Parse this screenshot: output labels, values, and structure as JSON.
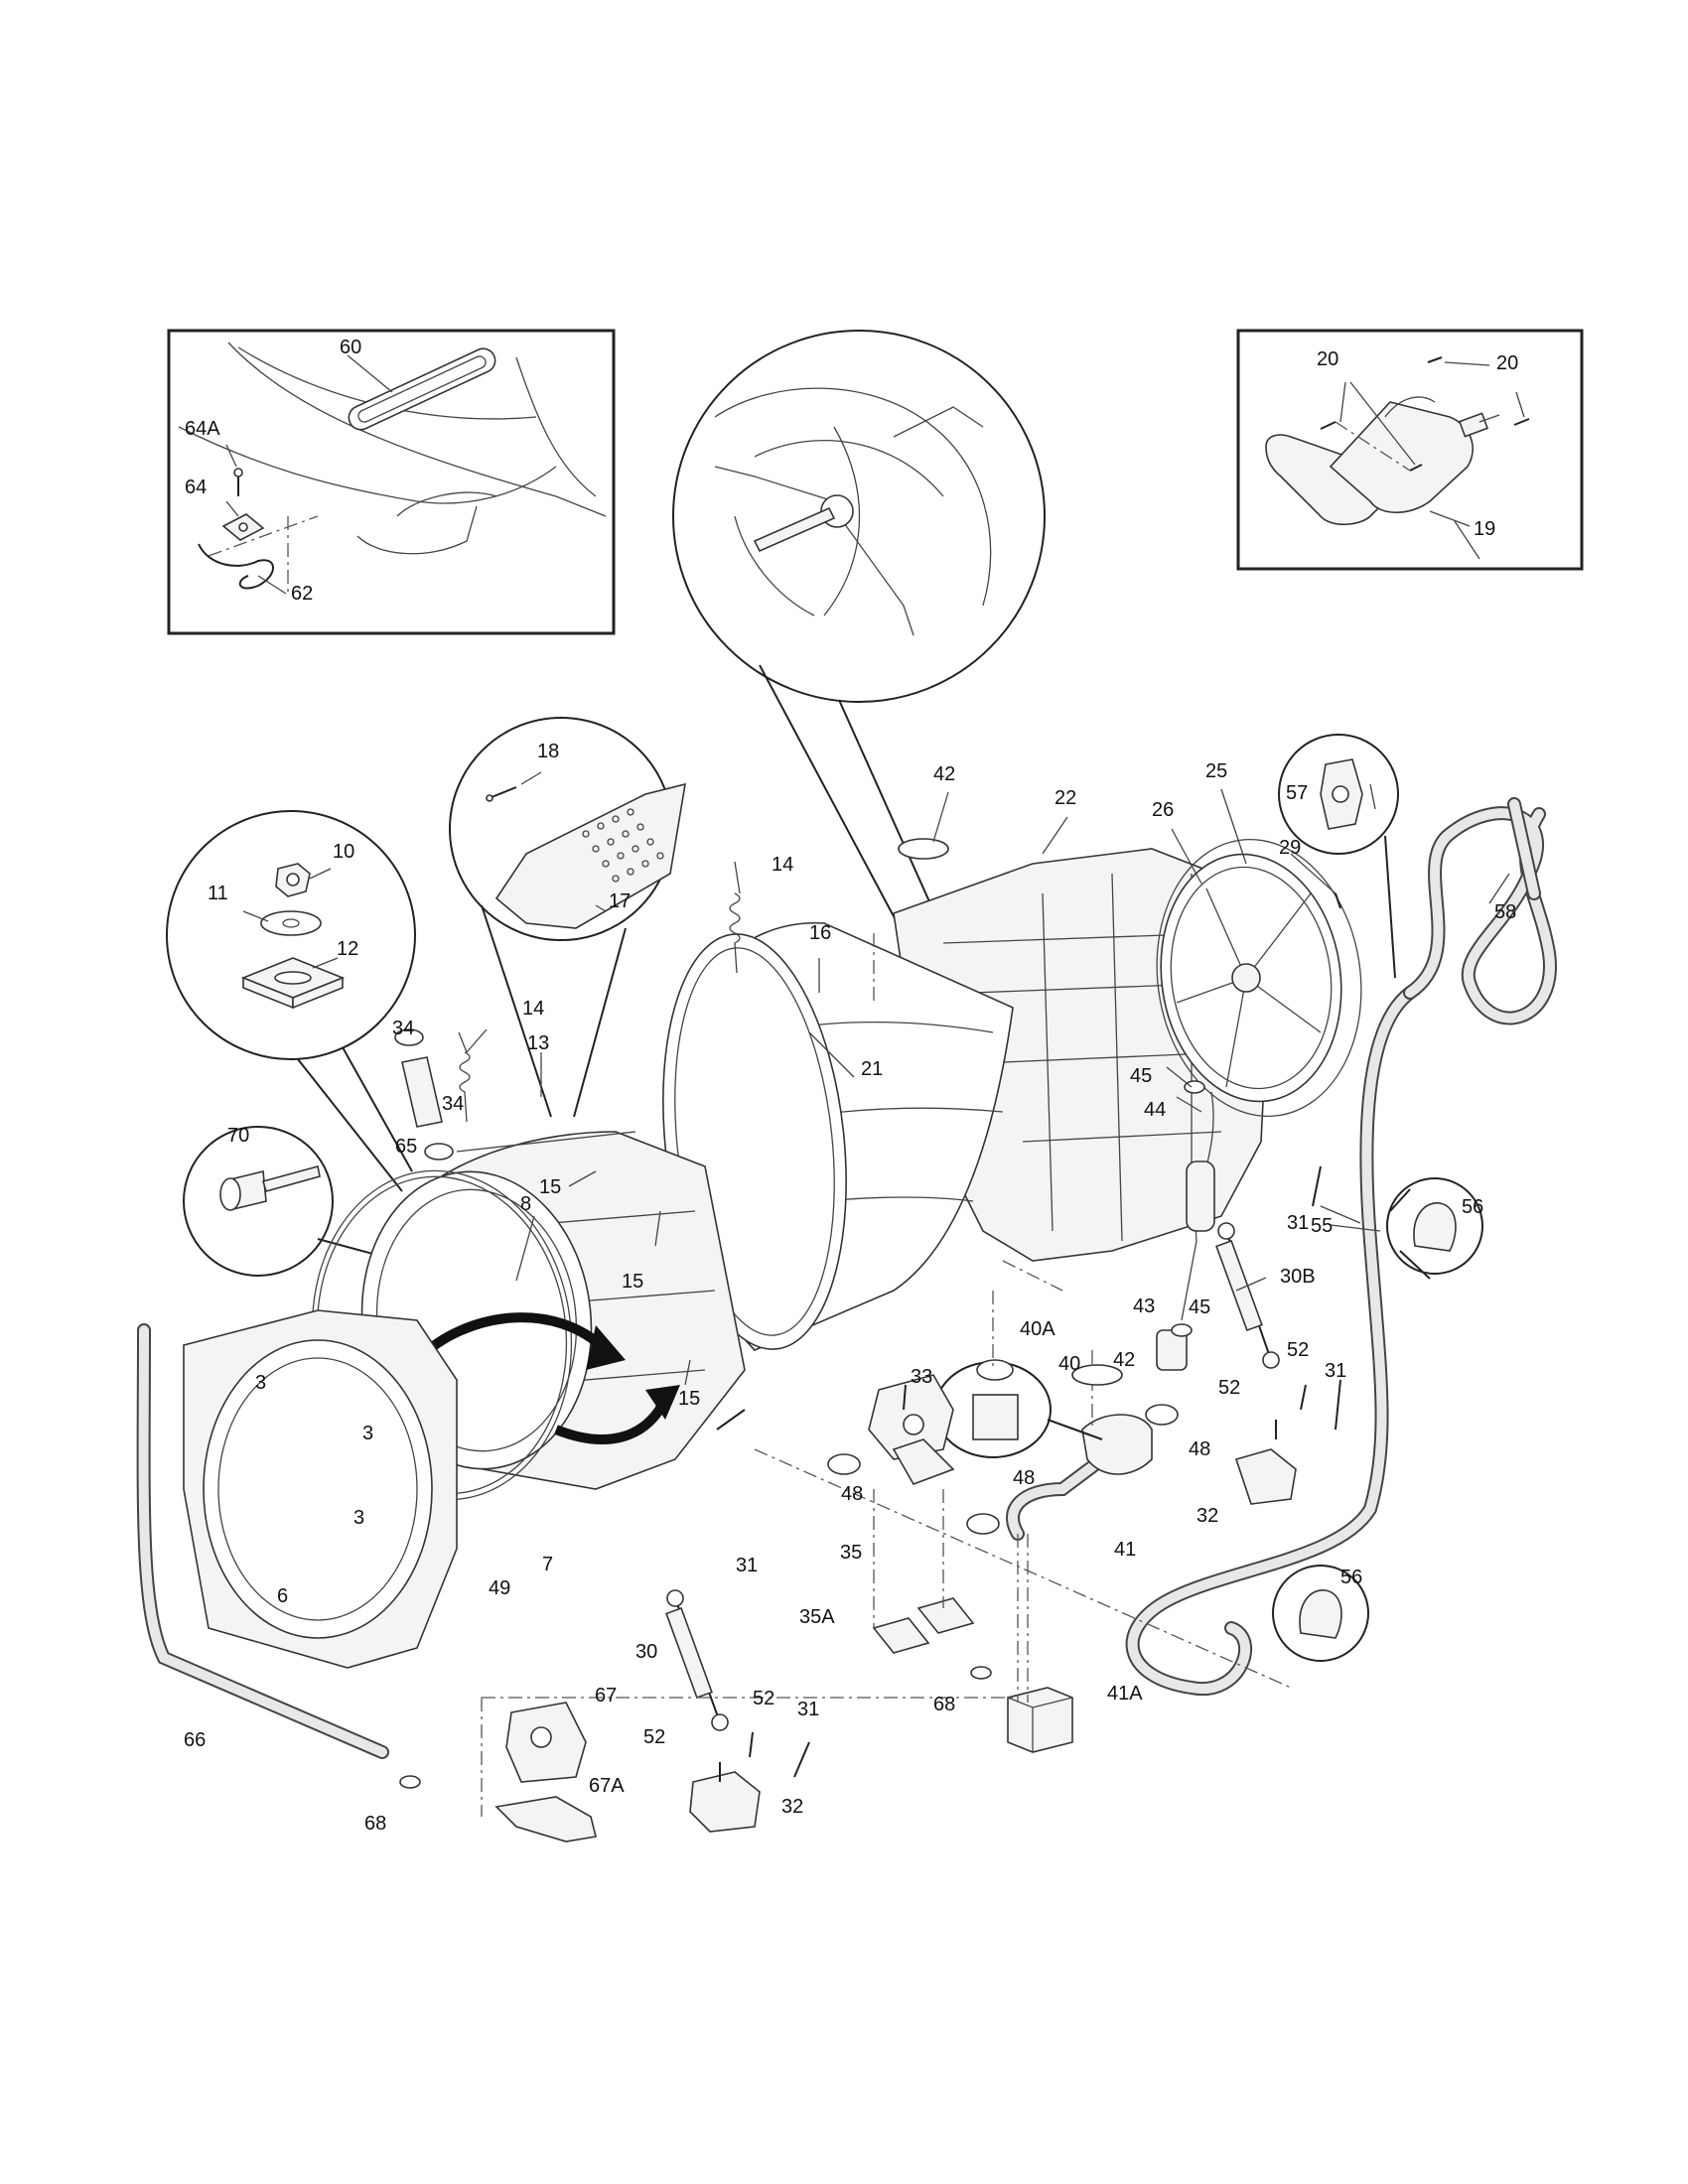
{
  "labels": [
    {
      "key": "p60",
      "text": "60"
    },
    {
      "key": "p64a",
      "text": "64A"
    },
    {
      "key": "p64",
      "text": "64"
    },
    {
      "key": "p62",
      "text": "62"
    },
    {
      "key": "p20a",
      "text": "20"
    },
    {
      "key": "p20b",
      "text": "20"
    },
    {
      "key": "p19",
      "text": "19"
    },
    {
      "key": "p18",
      "text": "18"
    },
    {
      "key": "p17",
      "text": "17"
    },
    {
      "key": "p14a",
      "text": "14"
    },
    {
      "key": "p14b",
      "text": "14"
    },
    {
      "key": "p10",
      "text": "10"
    },
    {
      "key": "p11",
      "text": "11"
    },
    {
      "key": "p12",
      "text": "12"
    },
    {
      "key": "p42a",
      "text": "42"
    },
    {
      "key": "p22",
      "text": "22"
    },
    {
      "key": "p26",
      "text": "26"
    },
    {
      "key": "p25",
      "text": "25"
    },
    {
      "key": "p57",
      "text": "57"
    },
    {
      "key": "p58",
      "text": "58"
    },
    {
      "key": "p29",
      "text": "29"
    },
    {
      "key": "p16",
      "text": "16"
    },
    {
      "key": "p21",
      "text": "21"
    },
    {
      "key": "p45a",
      "text": "45"
    },
    {
      "key": "p44",
      "text": "44"
    },
    {
      "key": "p34a",
      "text": "34"
    },
    {
      "key": "p34b",
      "text": "34"
    },
    {
      "key": "p13",
      "text": "13"
    },
    {
      "key": "p65",
      "text": "65"
    },
    {
      "key": "p15a",
      "text": "15"
    },
    {
      "key": "p15b",
      "text": "15"
    },
    {
      "key": "p15c",
      "text": "15"
    },
    {
      "key": "p70",
      "text": "70"
    },
    {
      "key": "p8",
      "text": "8"
    },
    {
      "key": "p31a",
      "text": "31"
    },
    {
      "key": "p55",
      "text": "55"
    },
    {
      "key": "p56a",
      "text": "56"
    },
    {
      "key": "p30b",
      "text": "30B"
    },
    {
      "key": "p43",
      "text": "43"
    },
    {
      "key": "p45b",
      "text": "45"
    },
    {
      "key": "p40a",
      "text": "40A"
    },
    {
      "key": "p40",
      "text": "40"
    },
    {
      "key": "p42b",
      "text": "42"
    },
    {
      "key": "p52a",
      "text": "52"
    },
    {
      "key": "p52b",
      "text": "52"
    },
    {
      "key": "p31b",
      "text": "31"
    },
    {
      "key": "p33",
      "text": "33"
    },
    {
      "key": "p48a",
      "text": "48"
    },
    {
      "key": "p48b",
      "text": "48"
    },
    {
      "key": "p48c",
      "text": "48"
    },
    {
      "key": "p32a",
      "text": "32"
    },
    {
      "key": "p3a",
      "text": "3"
    },
    {
      "key": "p3b",
      "text": "3"
    },
    {
      "key": "p3c",
      "text": "3"
    },
    {
      "key": "p49",
      "text": "49"
    },
    {
      "key": "p7",
      "text": "7"
    },
    {
      "key": "p31c",
      "text": "31"
    },
    {
      "key": "p35",
      "text": "35"
    },
    {
      "key": "p41",
      "text": "41"
    },
    {
      "key": "p56b",
      "text": "56"
    },
    {
      "key": "p6",
      "text": "6"
    },
    {
      "key": "p30",
      "text": "30"
    },
    {
      "key": "p35a",
      "text": "35A"
    },
    {
      "key": "p68a",
      "text": "68"
    },
    {
      "key": "p41a",
      "text": "41A"
    },
    {
      "key": "p66",
      "text": "66"
    },
    {
      "key": "p67",
      "text": "67"
    },
    {
      "key": "p52c",
      "text": "52"
    },
    {
      "key": "p31d",
      "text": "31"
    },
    {
      "key": "p52d",
      "text": "52"
    },
    {
      "key": "p67a",
      "text": "67A"
    },
    {
      "key": "p32b",
      "text": "32"
    },
    {
      "key": "p68b",
      "text": "68"
    }
  ]
}
